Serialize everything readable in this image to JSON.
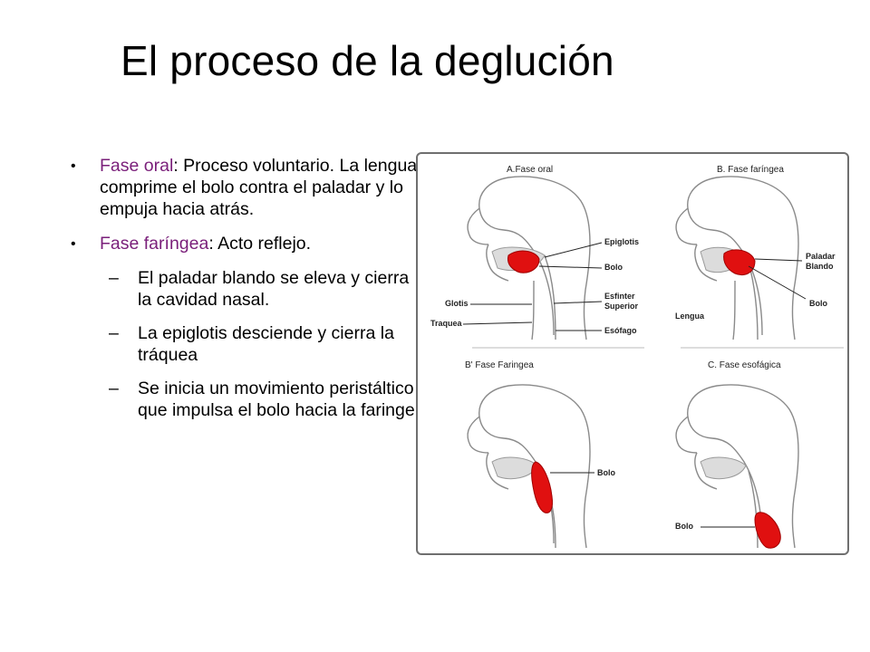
{
  "title": "El proceso de la deglución",
  "bullets": [
    {
      "term": "Fase oral",
      "text": ": Proceso voluntario. La lengua comprime el bolo contra el paladar y lo empuja hacia atrás."
    },
    {
      "term": "Fase faríngea",
      "text": ": Acto reflejo.",
      "subitems": [
        "El paladar blando se eleva y cierra la cavidad nasal.",
        "La epiglotis desciende y cierra la tráquea",
        "Se inicia un movimiento peristáltico que impulsa el bolo hacia la faringe."
      ]
    }
  ],
  "figure": {
    "panels": {
      "a": {
        "heading": "A.Fase oral"
      },
      "b": {
        "heading": "B. Fase faríngea"
      },
      "b2": {
        "heading": "B' Fase Faringea"
      },
      "c": {
        "heading": "C. Fase esofágica"
      }
    },
    "labels": {
      "epiglotis": "Epiglotis",
      "bolo": "Bolo",
      "glotis": "Glotis",
      "esfinter": "Esfinter",
      "superior": "Superior",
      "traquea": "Traquea",
      "esofago": "Esófago",
      "paladar": "Paladar",
      "blando": "Blando",
      "lengua": "Lengua"
    }
  },
  "colors": {
    "bolus": "#e01010",
    "term": "#7a1f7a"
  }
}
